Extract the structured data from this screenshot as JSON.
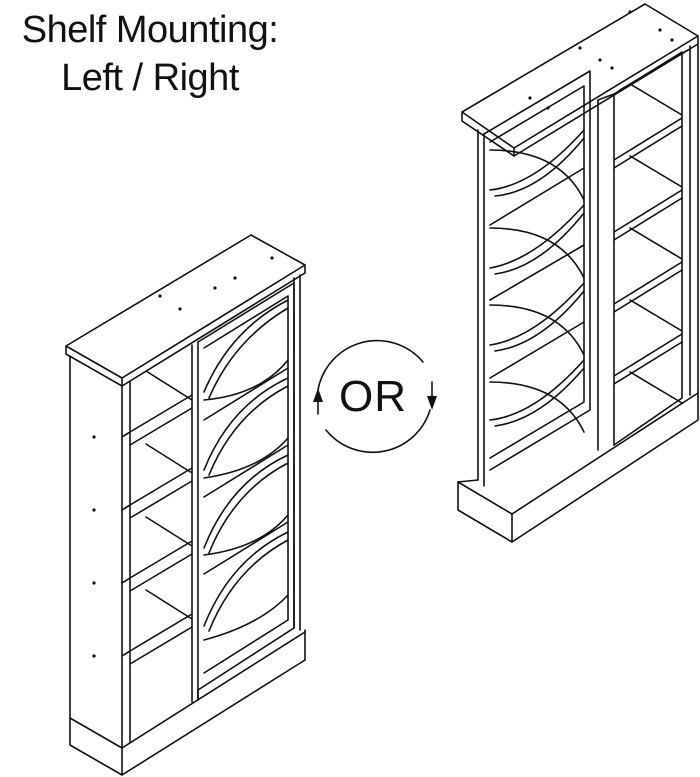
{
  "title": {
    "line1": "Shelf Mounting:",
    "line2": "Left / Right"
  },
  "or_label": "OR",
  "colors": {
    "ink": "#111111",
    "background": "#ffffff"
  },
  "figures": [
    {
      "name": "left-mounted-bookcase",
      "shelf_compartments": 6,
      "lattice_panel_side": "right"
    },
    {
      "name": "right-mounted-bookcase",
      "shelf_compartments": 6,
      "lattice_panel_side": "left"
    }
  ]
}
